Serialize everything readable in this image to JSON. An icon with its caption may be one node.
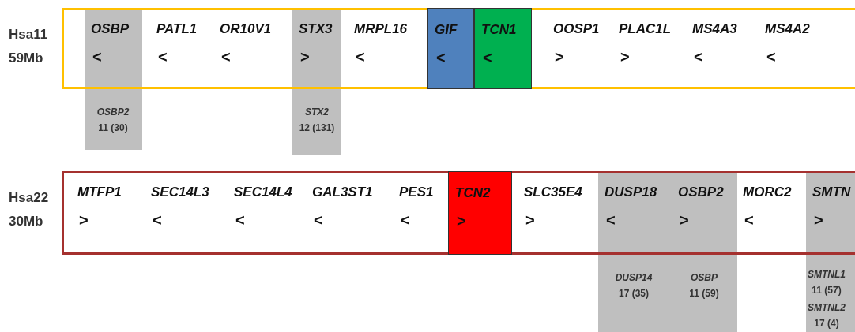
{
  "diagram": {
    "nodes": [
      {
        "text": [
          "Hsa11 59Mb"
        ]
      },
      {
        "text": [
          "OSBP",
          "<"
        ],
        "in": 0
      },
      {
        "text": [
          "PATL1",
          "<"
        ],
        "in": 0
      },
      {
        "text": [
          "OR10V1",
          "<"
        ],
        "in": 0
      },
      {
        "text": [
          "STX3",
          ">"
        ],
        "in": 0
      },
      {
        "text": [
          "MRPL16",
          "<"
        ],
        "in": 0
      },
      {
        "text": [
          "GIF",
          "<"
        ],
        "in": 0
      },
      {
        "text": [
          "TCN1",
          "<"
        ],
        "in": 0
      },
      {
        "text": [
          "OOSP1",
          ">"
        ],
        "in": 0
      },
      {
        "text": [
          "PLAC1L",
          ">"
        ],
        "in": 0
      },
      {
        "text": [
          "MS4A3",
          "<"
        ],
        "in": 0
      },
      {
        "text": [
          "MS4A2",
          "<"
        ],
        "in": 0
      },
      {
        "text": [
          "Hsa22 30Mb"
        ]
      },
      {
        "text": [
          "MTFP1",
          ">"
        ],
        "in": 12
      },
      {
        "text": [
          "SEC14L3",
          "<"
        ],
        "in": 12
      },
      {
        "text": [
          "SEC14L4",
          "<"
        ],
        "in": 12
      },
      {
        "text": [
          "GAL3ST1",
          "<"
        ],
        "in": 12
      },
      {
        "text": [
          "PES1",
          "<"
        ],
        "in": 12
      },
      {
        "text": [
          "TCN2",
          ">"
        ],
        "in": 12
      },
      {
        "text": [
          "SLC35E4",
          ">"
        ],
        "in": 12
      },
      {
        "text": [
          "DUSP18",
          "<"
        ],
        "in": 12
      },
      {
        "text": [
          "OSBP2",
          ">"
        ],
        "in": 12
      },
      {
        "text": [
          "MORC2",
          "<"
        ],
        "in": 12
      },
      {
        "text": [
          "SMTN",
          ">"
        ],
        "in": 12
      }
    ],
    "labels": [
      "OSBP2 11 (30)",
      "STX2 12 (131)",
      "DUSP14 17 (35)",
      "OSBP 11 (59)",
      "SMTNL1 11 (57)",
      "SMTNL2 17 (4)"
    ]
  }
}
